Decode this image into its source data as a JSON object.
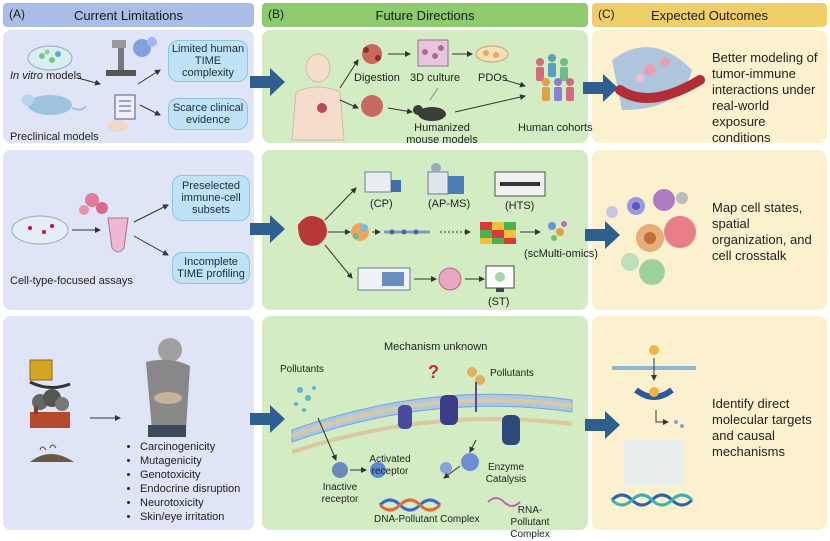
{
  "headers": {
    "a_letter": "(A)",
    "a_title": "Current Limitations",
    "b_letter": "(B)",
    "b_title": "Future Directions",
    "c_letter": "(C)",
    "c_title": "Expected Outcomes"
  },
  "row1": {
    "invitro_italic": "In vitro",
    "invitro_rest": " models",
    "preclinical": "Preclinical models",
    "limit1": "Limited human TIME complexity",
    "limit2": "Scarce clinical evidence",
    "digestion": "Digestion",
    "culture3d": "3D culture",
    "pdos": "PDOs",
    "humanized": "Humanized mouse models",
    "cohorts": "Human cohorts",
    "outcome": "Better modeling of tumor-immune interactions under real-world exposure conditions"
  },
  "row2": {
    "assays": "Cell-type-focused assays",
    "limit1": "Preselected immune-cell subsets",
    "limit2": "Incomplete TIME profiling",
    "cp": "(CP)",
    "apms": "(AP-MS)",
    "hts": "(HTS)",
    "scmulti": "(scMulti-omics)",
    "st": "(ST)",
    "outcome": "Map cell states, spatial organization, and cell crosstalk"
  },
  "row3": {
    "effects": [
      "Carcinogenicity",
      "Mutagenicity",
      "Genotoxicity",
      "Endocrine disruption",
      "Neurotoxicity",
      "Skin/eye irritation"
    ],
    "mechanism": "Mechanism unknown",
    "pollutants_left": "Pollutants",
    "pollutants_right": "Pollutants",
    "inactive": "Inactive receptor",
    "activated": "Activated receptor",
    "enzyme": "Enzyme Catalysis",
    "dna": "DNA-Pollutant Complex",
    "rna": "RNA-Pollutant Complex",
    "outcome": "Identify direct molecular targets and causal mechanisms"
  }
}
